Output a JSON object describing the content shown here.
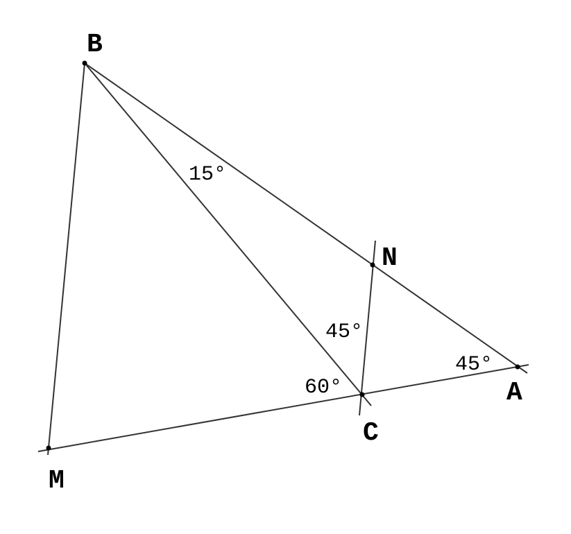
{
  "points": {
    "A": "A",
    "B": "B",
    "C": "C",
    "M": "M",
    "N": "N"
  },
  "angles": {
    "ABC": "15°",
    "NCB": "45°",
    "BCM": "60°",
    "BAC": "45°"
  },
  "colors": {
    "line": "#333333",
    "text": "#000000"
  }
}
